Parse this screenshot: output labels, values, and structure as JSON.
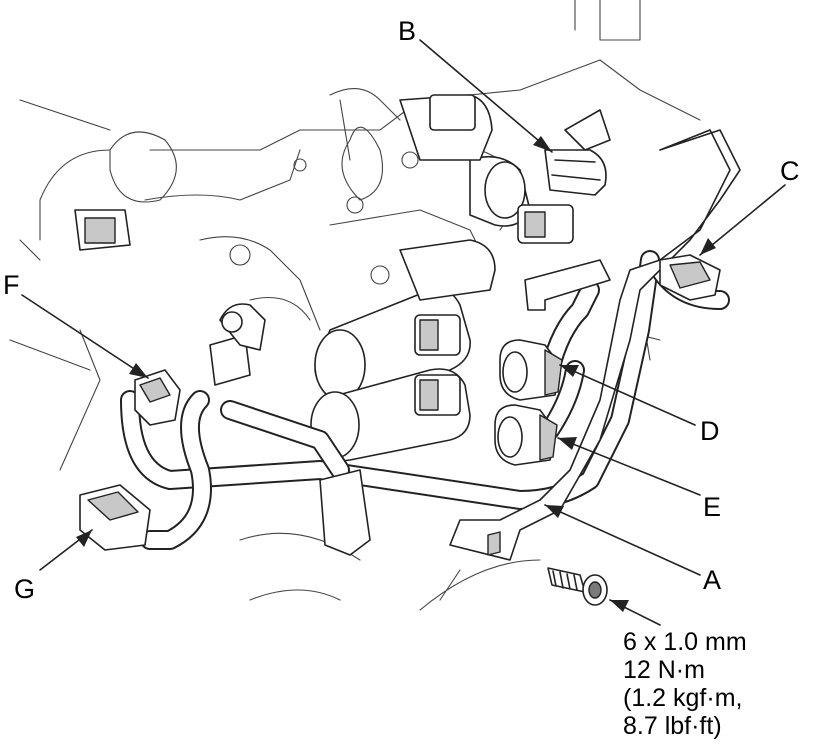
{
  "callouts": {
    "a": "A",
    "b": "B",
    "c": "C",
    "d": "D",
    "e": "E",
    "f": "F",
    "g": "G"
  },
  "bolt_spec": {
    "size": "6 x 1.0 mm",
    "torque_nm": "12 N·m",
    "torque_kgfm": "(1.2 kgf·m,",
    "torque_lbfft": "8.7 lbf·ft)"
  }
}
